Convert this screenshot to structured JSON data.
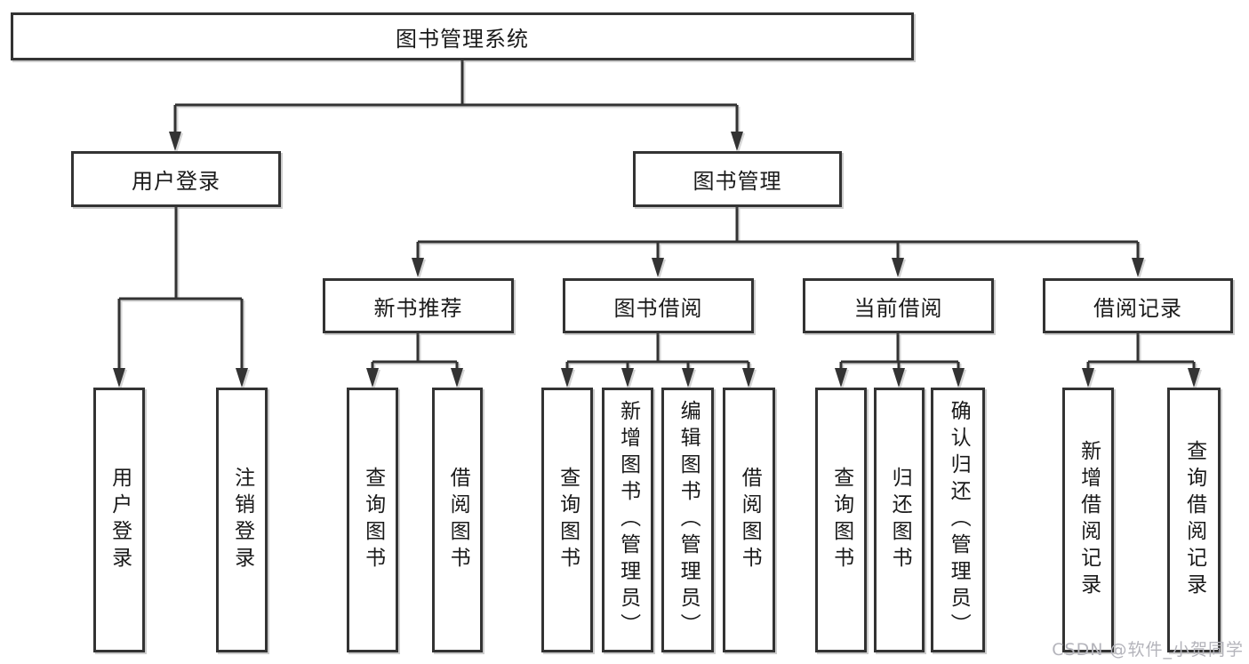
{
  "tree": {
    "root": {
      "label": "图书管理系统"
    },
    "branches": [
      {
        "label": "用户登录",
        "children": [
          "用户登录",
          "注销登录"
        ]
      },
      {
        "label": "图书管理",
        "groups": [
          {
            "label": "新书推荐",
            "children": [
              "查询图书",
              "借阅图书"
            ]
          },
          {
            "label": "图书借阅",
            "children": [
              "查询图书",
              "新增图书（管理员）",
              "编辑图书（管理员）",
              "借阅图书"
            ]
          },
          {
            "label": "当前借阅",
            "children": [
              "查询图书",
              "归还图书",
              "确认归还（管理员）"
            ]
          },
          {
            "label": "借阅记录",
            "children": [
              "新增借阅记录",
              "查询借阅记录"
            ]
          }
        ]
      }
    ]
  },
  "watermark": {
    "text": "CSDN @软件_小贺同学",
    "color": "#b4b4bb"
  },
  "colors": {
    "line": "#333333",
    "box_border": "#333333",
    "text": "#1a1a1a",
    "background": "#ffffff"
  }
}
